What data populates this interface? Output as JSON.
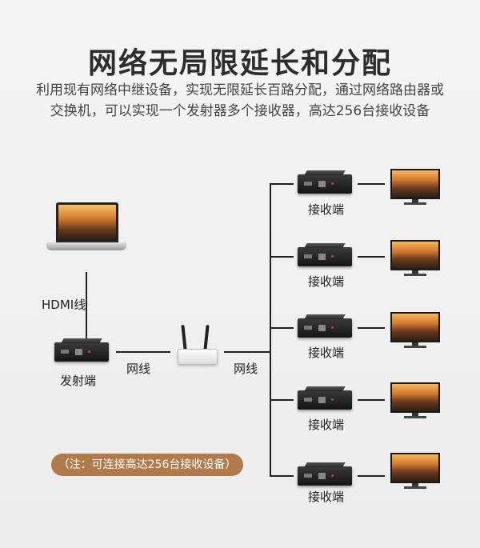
{
  "title": "网络无局限延长和分配",
  "subtitle": "利用现有网络中继设备，实现无限延长百路分配，通过网络路由器或交换机，可以实现一个发射器多个接收器，高达256台接收设备",
  "labels": {
    "hdmi_line": "HDMI线",
    "network_line_left": "网线",
    "network_line_right": "网线",
    "transmitter": "发射端",
    "receiver": "接收端"
  },
  "note": "（注：可连接高达256台接收设备）",
  "receivers_count": 5,
  "colors": {
    "note_bg": "#b07a4a",
    "line": "#222222"
  }
}
